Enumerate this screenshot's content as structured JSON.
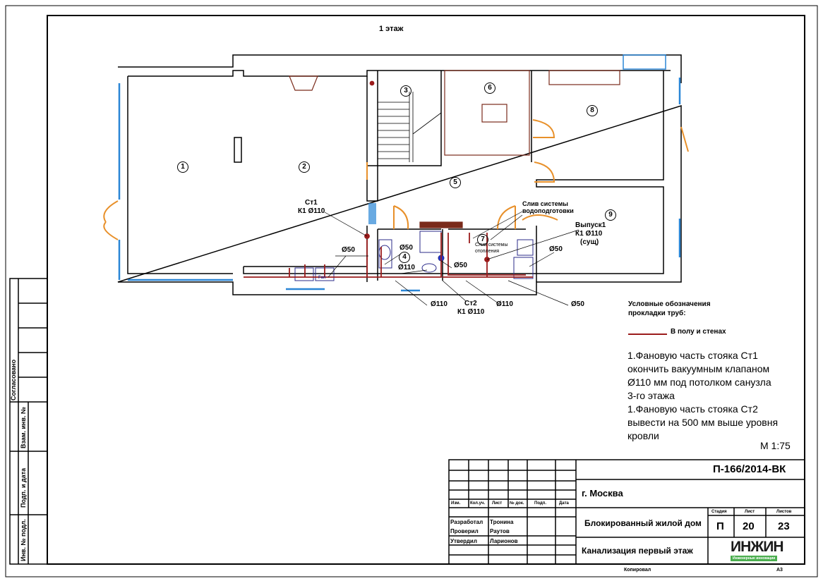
{
  "drawing_title": "1 этаж",
  "rooms": [
    "1",
    "2",
    "3",
    "4",
    "5",
    "6",
    "7",
    "8",
    "9"
  ],
  "labels": {
    "st1": "Ст1",
    "st1_k": "К1 Ø110",
    "d50_a": "Ø50",
    "d50_b": "Ø50",
    "d110_a": "Ø110",
    "d50_c": "Ø50",
    "d110_b": "Ø110",
    "st2": "Ст2",
    "st2_k": "К1 Ø110",
    "d110_c": "Ø110",
    "d50_d": "Ø50",
    "drain_water_1": "Слив системы",
    "drain_water_2": "водоподготовки",
    "drain_heat_1": "Слив системы",
    "drain_heat_2": "отопления",
    "outlet1": "Выпуск1",
    "outlet1_k": "К1 Ø110",
    "outlet1_note": "(сущ)",
    "d50_e": "Ø50",
    "fan": "Fan"
  },
  "legend": {
    "title_1": "Условные обозначения",
    "title_2": "прокладки труб:",
    "item": "В полу и стенах",
    "item_color": "#9b1c1c"
  },
  "notes": [
    "1.Фановую часть стояка Ст1",
    "окончить вакуумным клапаном",
    "Ø110 мм под потолком санузла",
    "3-го этажа",
    "1.Фановую часть стояка Ст2",
    "вывести на 500 мм выше уровня",
    "кровли"
  ],
  "scale": "М 1:75",
  "side_stamp": [
    "Согласовано",
    "Взам. инв. №",
    "Подп. и дата",
    "Инв. № подл."
  ],
  "title_block": {
    "code": "П-166/2014-ВК",
    "city": "г. Москва",
    "project": "Блокированный жилой дом",
    "sheet_title": "Канализация первый этаж",
    "stage_label": "Стадия",
    "sheet_label": "Лист",
    "sheets_label": "Листов",
    "stage": "П",
    "sheet": "20",
    "sheets": "23",
    "headers": [
      "Изм.",
      "Кол.уч.",
      "Лист",
      "№ док.",
      "Подп.",
      "Дата"
    ],
    "roles": [
      {
        "role": "Разработал",
        "name": "Тронина"
      },
      {
        "role": "Проверил",
        "name": "Раутов"
      },
      {
        "role": "Утвердил",
        "name": "Ларионов"
      }
    ],
    "logo_text": "ИНЖИН",
    "logo_sub": "Инженерные инновации",
    "copied": "Копировал",
    "format": "А3"
  },
  "colors": {
    "pipe": "#9b1c1c",
    "window": "#2a86d6",
    "door": "#e8902a",
    "wall": "#000000"
  }
}
